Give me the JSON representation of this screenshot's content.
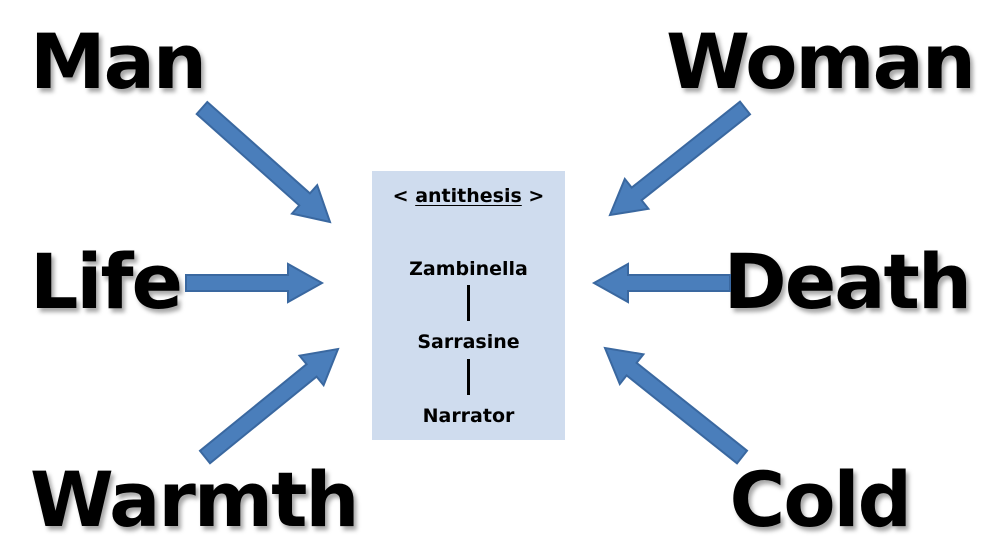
{
  "terms": {
    "left_top": "Man",
    "right_top": "Woman",
    "left_middle": "Life",
    "right_middle": "Death",
    "left_bottom": "Warmth",
    "right_bottom": "Cold"
  },
  "center": {
    "heading_open": "<",
    "heading_term": "antithesis",
    "heading_close": ">",
    "chain": [
      "Zambinella",
      "Sarrasine",
      "Narrator"
    ]
  },
  "colors": {
    "arrow_fill": "#4a7ebb",
    "arrow_stroke": "#3a68a0",
    "box_fill": "#cfdcee",
    "text": "#000000"
  }
}
